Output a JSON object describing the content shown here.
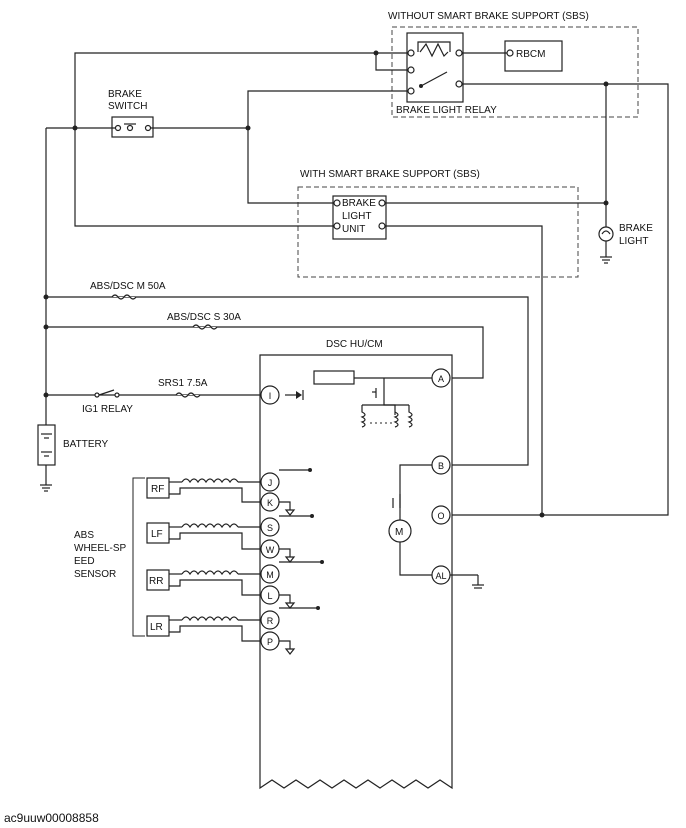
{
  "labels": {
    "without_sbs": "WITHOUT SMART BRAKE SUPPORT (SBS)",
    "with_sbs": "WITH SMART BRAKE SUPPORT (SBS)",
    "rbcm": "RBCM",
    "brake_light_relay": "BRAKE LIGHT RELAY",
    "brake_switch_1": "BRAKE",
    "brake_switch_2": "SWITCH",
    "brake_light_unit_1": "BRAKE",
    "brake_light_unit_2": "LIGHT",
    "brake_light_unit_3": "UNIT",
    "brake_light_1": "BRAKE",
    "brake_light_2": "LIGHT",
    "fuse_abs_m": "ABS/DSC M 50A",
    "fuse_abs_s": "ABS/DSC S 30A",
    "fuse_srs1": "SRS1 7.5A",
    "ig1_relay": "IG1 RELAY",
    "battery": "BATTERY",
    "dsc_unit": "DSC HU/CM",
    "sensor_1": "ABS",
    "sensor_2": "WHEEL-SP",
    "sensor_3": "EED",
    "sensor_4": "SENSOR",
    "wheel_rf": "RF",
    "wheel_lf": "LF",
    "wheel_rr": "RR",
    "wheel_lr": "LR",
    "motor": "M",
    "footer_id": "ac9uuw00008858"
  },
  "terminals": {
    "a": "A",
    "i": "I",
    "b": "B",
    "o": "O",
    "al": "AL",
    "j": "J",
    "k": "K",
    "s": "S",
    "w": "W",
    "m": "M",
    "l": "L",
    "r": "R",
    "p": "P"
  }
}
